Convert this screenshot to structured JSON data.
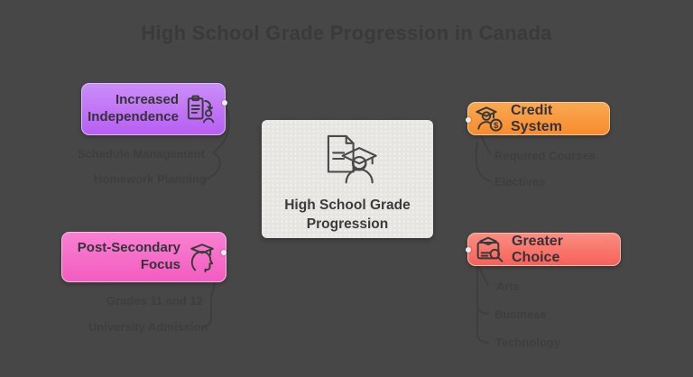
{
  "title": "High School Grade Progression in Canada",
  "center": {
    "label": "High School Grade Progression",
    "icon": "document-graduate-icon"
  },
  "branches": [
    {
      "label": "Increased Independence",
      "icon": "assignment-person-icon",
      "color_top": "#cb8df8",
      "color_bottom": "#b75ff3",
      "children": [
        "Schedule Management",
        "Homework Planning"
      ]
    },
    {
      "label": "Credit System",
      "icon": "graduate-dollar-icon",
      "color_top": "#f9a952",
      "color_bottom": "#f78b2e",
      "children": [
        "Required Courses",
        "Electives"
      ]
    },
    {
      "label": "Post-Secondary Focus",
      "icon": "head-graduation-icon",
      "color_top": "#f980d2",
      "color_bottom": "#f35cc0",
      "children": [
        "Grades 11 and 12",
        "University Admission"
      ]
    },
    {
      "label": "Greater Choice",
      "icon": "certificate-search-icon",
      "color_top": "#fa8d80",
      "color_bottom": "#f7615a",
      "children": [
        "Arts",
        "Business",
        "Technology"
      ]
    }
  ],
  "colors": {
    "background": "#474747",
    "title_text": "#3a3a3a",
    "node_text": "#35323a",
    "center_node_bg": "#e6e5e2",
    "ghost_text": "#3e3e3e",
    "connector_dot": "#ececec"
  }
}
